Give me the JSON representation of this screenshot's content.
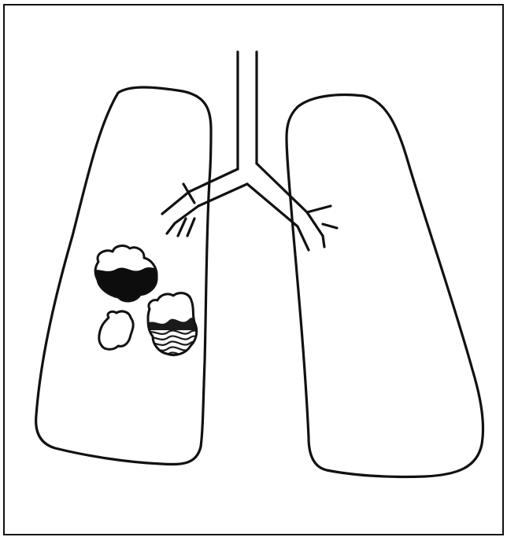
{
  "diagram": {
    "colors": {
      "background": "#ffffff",
      "ink": "#111111",
      "lesion_solid": "#0d0d0d",
      "lesion_hatched": "#1a1a1a"
    },
    "structures": [
      {
        "id": "trachea",
        "icon": "trachea-tube"
      },
      {
        "id": "left-main-bronchus",
        "icon": "bronchus-branch"
      },
      {
        "id": "right-main-bronchus",
        "icon": "bronchus-branch"
      },
      {
        "id": "left-lung",
        "icon": "lung-outline"
      },
      {
        "id": "right-lung",
        "icon": "lung-outline"
      }
    ],
    "lesions": [
      {
        "id": "lesion-solid-upper",
        "fill": "solid-bottom"
      },
      {
        "id": "lesion-hatched",
        "fill": "hatched-bottom"
      },
      {
        "id": "lesion-outline-small",
        "fill": "none"
      }
    ]
  }
}
